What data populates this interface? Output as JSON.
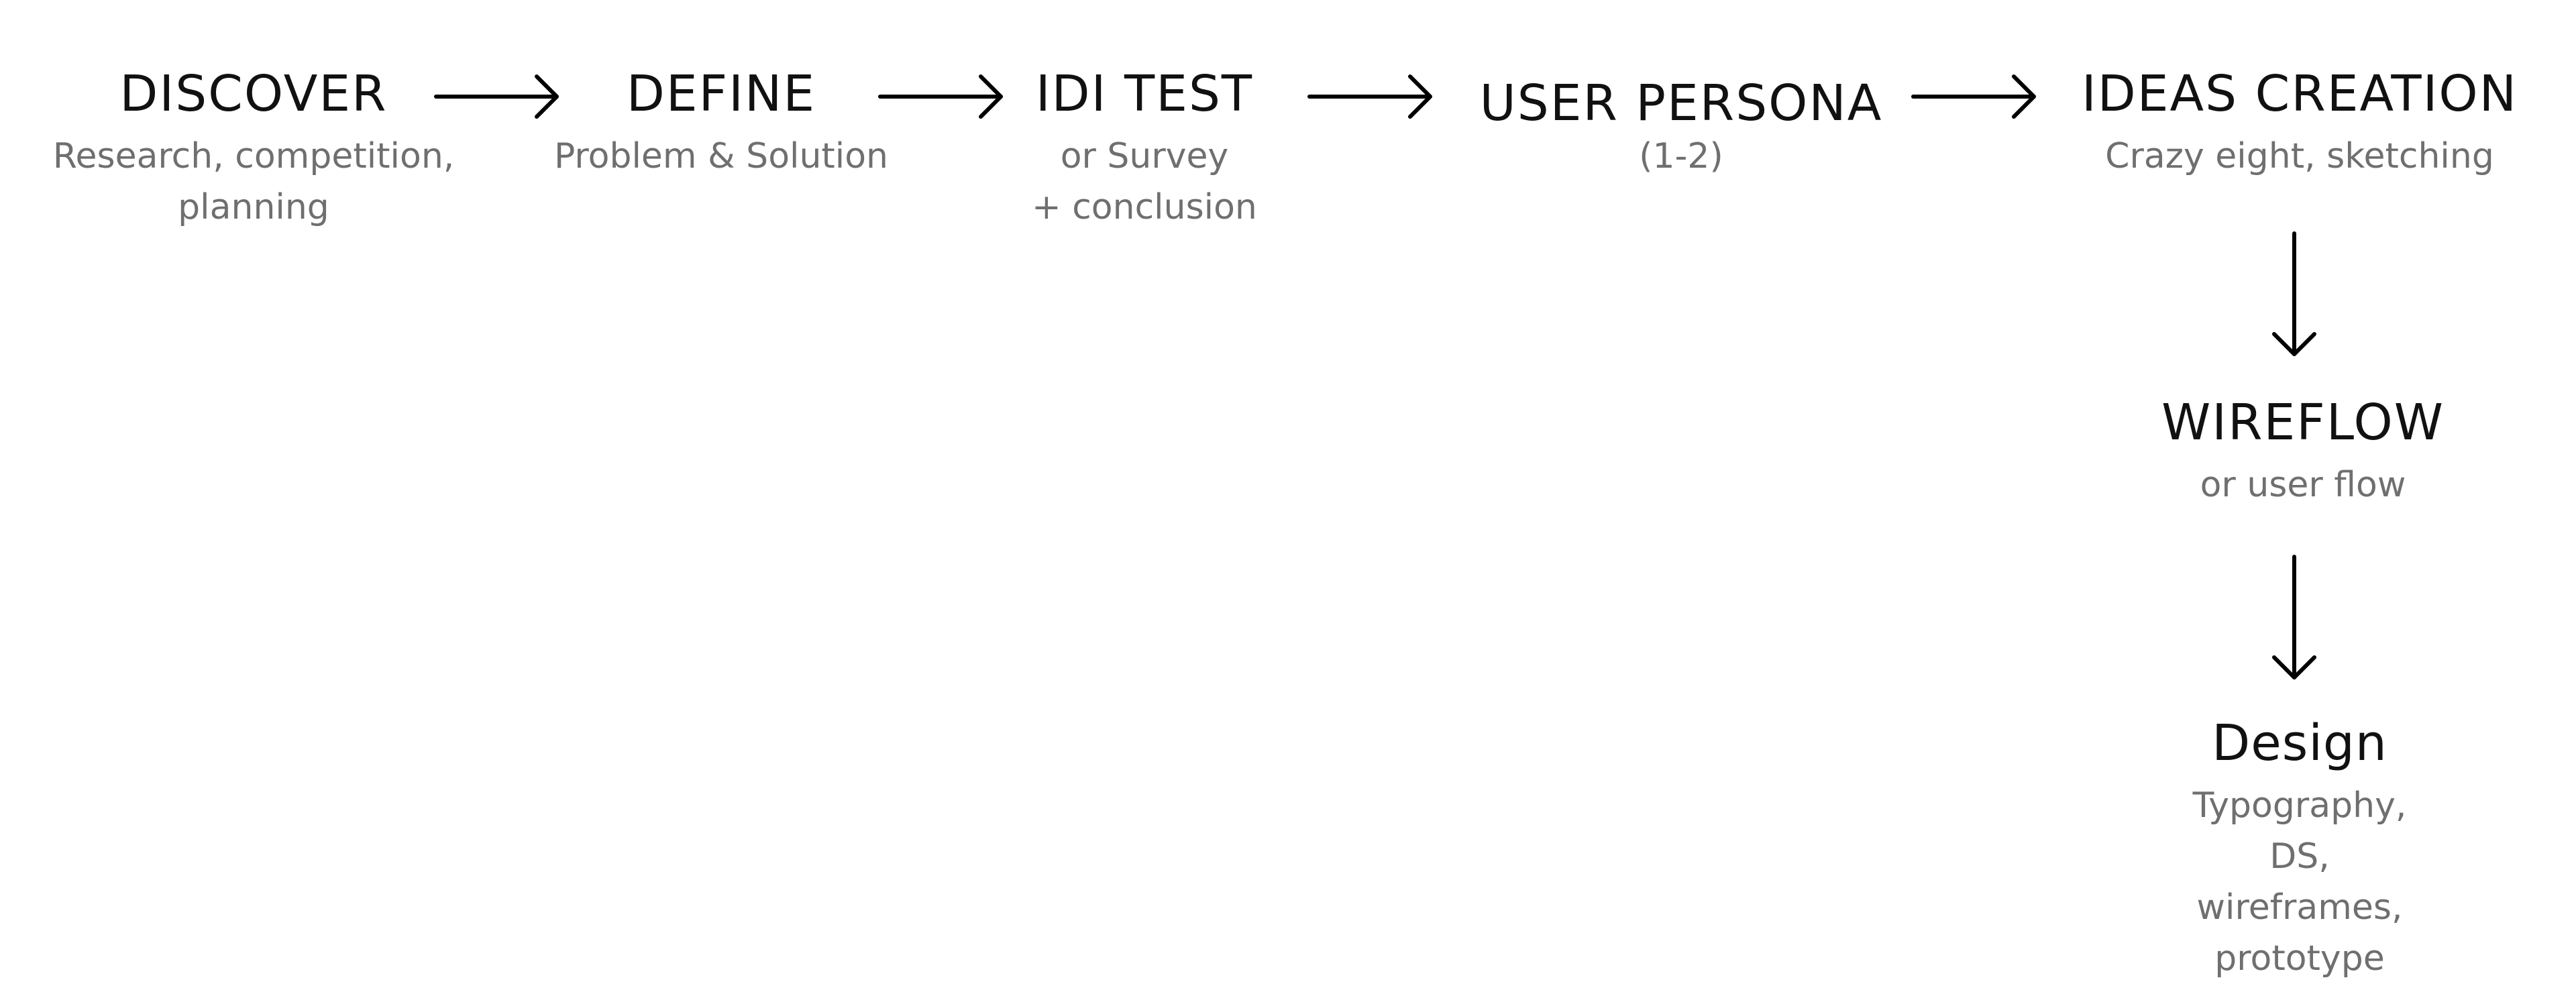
{
  "steps": [
    {
      "title": "DISCOVER",
      "desc": "Research, competition,\nplanning"
    },
    {
      "title": "DEFINE",
      "desc": "Problem & Solution"
    },
    {
      "title": "IDI TEST",
      "desc": "or Survey\n+ conclusion"
    },
    {
      "title": "USER PERSONA",
      "desc": "(1-2)"
    },
    {
      "title": "IDEAS CREATION",
      "desc": "Crazy eight, sketching"
    },
    {
      "title": "WIREFLOW",
      "desc": "or user flow"
    },
    {
      "title": "Design",
      "desc": "Typography, DS,\nwireframes, prototype"
    }
  ],
  "colors": {
    "title": "#111111",
    "desc": "#6f6f6f",
    "arrow": "#000000",
    "background": "#ffffff"
  }
}
